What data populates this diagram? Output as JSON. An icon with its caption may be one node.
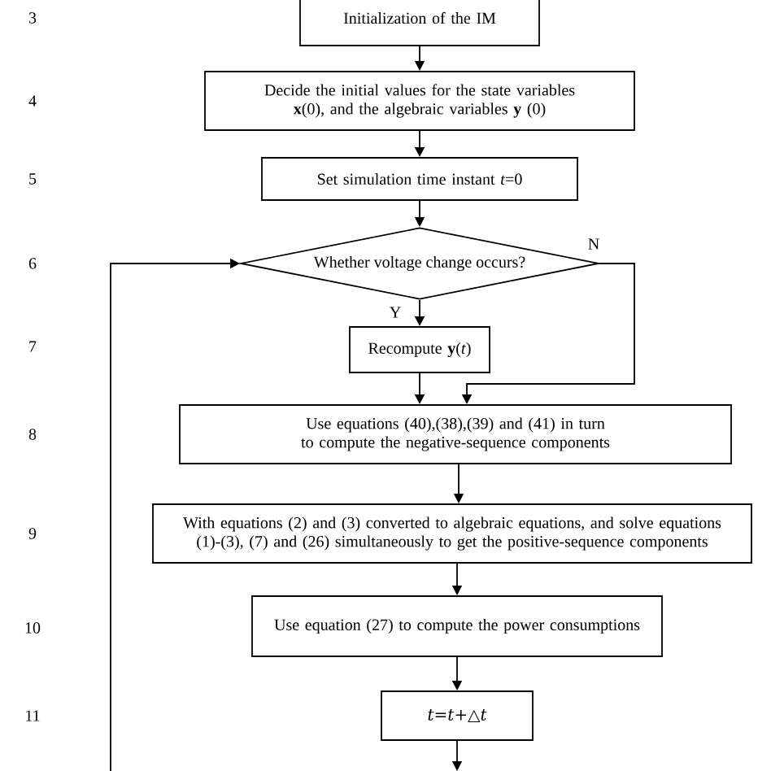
{
  "diagram": {
    "nodes": [
      {
        "text": [
          "Initialization of the IM"
        ]
      },
      {
        "text": [
          "Decide the initial values for the state variables **x**(0), and the algebraic variables **y** (0)"
        ]
      },
      {
        "text": [
          "Set simulation time instant *t*=0"
        ]
      },
      {
        "text": [
          "Whether voltage change occurs?"
        ]
      },
      {
        "text": [
          "Recompute **y**(*t*)"
        ]
      },
      {
        "text": [
          "Use equations (40),(38),(39) and (41) in turn to compute the negative-sequence components"
        ]
      },
      {
        "text": [
          "With equations (2) and (3) converted to algebraic equations, and solve equations (1)-(3), (7) and (26) simultaneously to get the positive-sequence components"
        ]
      },
      {
        "text": [
          "Use equation (27) to compute the power consumptions"
        ]
      },
      {
        "text": [
          "*t*=*t*+△*t*"
        ]
      }
    ],
    "edges": [
      {
        "from": 0,
        "to": 1,
        "arrow": "to"
      },
      {
        "from": 1,
        "to": 2,
        "arrow": "to"
      },
      {
        "from": 2,
        "to": 3,
        "arrow": "to"
      },
      {
        "from": 3,
        "to": 4,
        "arrow": "to",
        "label": "Y"
      },
      {
        "from": 3,
        "to": 5,
        "arrow": "to",
        "label": "N"
      },
      {
        "from": 4,
        "to": 5,
        "arrow": "to"
      },
      {
        "from": 5,
        "to": 6,
        "arrow": "to"
      },
      {
        "from": 6,
        "to": 7,
        "arrow": "to"
      },
      {
        "from": 7,
        "to": 8,
        "arrow": "to"
      },
      {
        "from": 8,
        "to": null,
        "arrow": "to"
      },
      {
        "from": null,
        "to": 3,
        "arrow": "to"
      }
    ],
    "labels": [
      "3",
      "4",
      "5",
      "6",
      "7",
      "8",
      "9",
      "10",
      "11"
    ]
  }
}
